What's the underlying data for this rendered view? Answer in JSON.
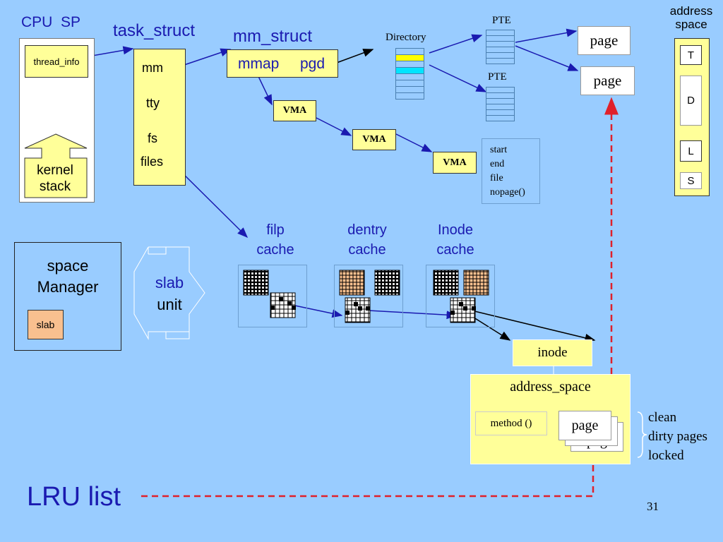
{
  "cpu": {
    "cpu_label": "CPU",
    "sp_label": "SP",
    "thread_info": "thread_info",
    "kernel_stack_l1": "kernel",
    "kernel_stack_l2": "stack"
  },
  "task_struct": {
    "title": "task_struct",
    "fields": [
      "mm",
      "tty",
      "fs",
      "files"
    ]
  },
  "mm_struct": {
    "title": "mm_struct",
    "mmap": "mmap",
    "pgd": "pgd"
  },
  "directory": {
    "label": "Directory"
  },
  "pte": {
    "label_top": "PTE",
    "label_bottom": "PTE"
  },
  "pages": {
    "page1": "page",
    "page2": "page"
  },
  "vma": {
    "labels": [
      "VMA",
      "VMA",
      "VMA"
    ],
    "fields": [
      "start",
      "end",
      "file",
      "nopage()"
    ]
  },
  "address_space_box": {
    "title_l1": "address",
    "title_l2": "space",
    "segments": [
      "T",
      "D",
      "L",
      "S"
    ]
  },
  "space_manager": {
    "title_l1": "space",
    "title_l2": "Manager",
    "slab": "slab"
  },
  "slab_unit": {
    "l1": "slab",
    "l2": "unit"
  },
  "caches": [
    {
      "l1": "filp",
      "l2": "cache"
    },
    {
      "l1": "dentry",
      "l2": "cache"
    },
    {
      "l1": "Inode",
      "l2": "cache"
    }
  ],
  "inode": {
    "label": "inode"
  },
  "address_space": {
    "title": "address_space",
    "method": "method ()",
    "page_front": "page",
    "page_back": "pag"
  },
  "page_states": {
    "clean": "clean",
    "dirty": "dirty pages",
    "locked": "locked"
  },
  "lru": {
    "label": "LRU list"
  },
  "slide_number": "31",
  "colors": {
    "background": "#99CCFF",
    "yellow": "#FFFF99",
    "arrow": "#1A1AB0",
    "dashed": "#E0202A",
    "peach": "#F9C08F"
  }
}
